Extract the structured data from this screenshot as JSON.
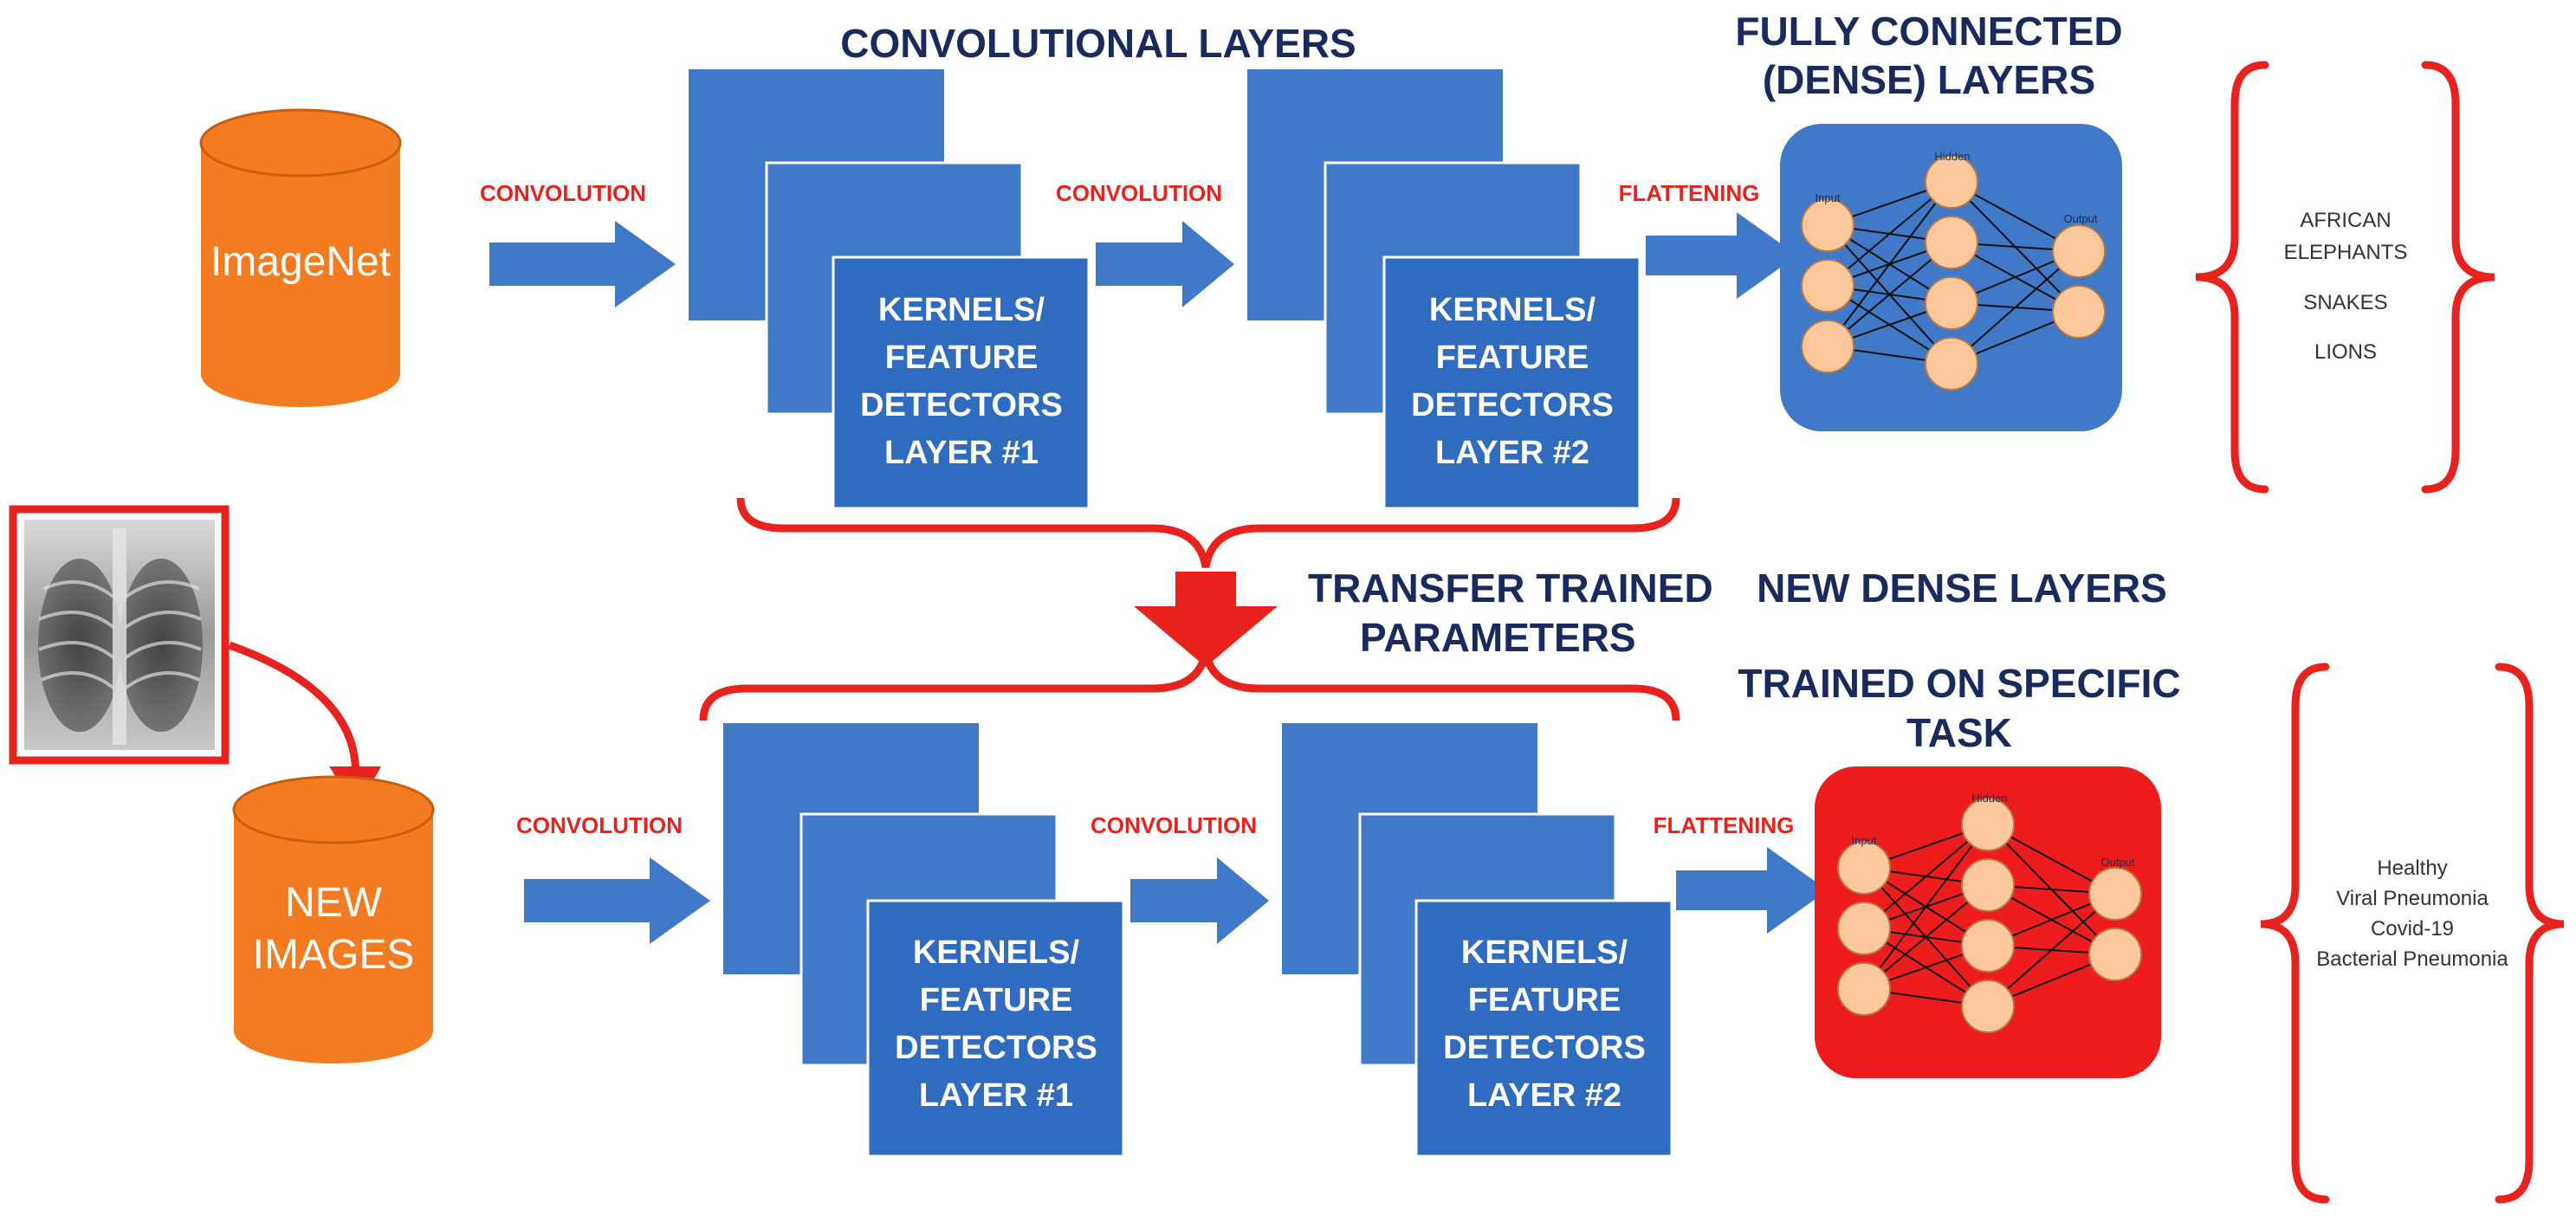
{
  "colors": {
    "blue": "#3f79c7",
    "blue_dark": "#2a5ea8",
    "orange": "#f47b20",
    "red": "#e8231e",
    "navy": "#1a2a5e",
    "node": "#fcc79a"
  },
  "top_row": {
    "conv_title": "CONVOLUTIONAL LAYERS",
    "fc_title_line1": "FULLY CONNECTED",
    "fc_title_line2": "(DENSE) LAYERS",
    "db_label": "ImageNet",
    "arrow1_label": "CONVOLUTION",
    "arrow2_label": "CONVOLUTION",
    "arrow3_label": "FLATTENING",
    "stack1": [
      "KERNELS/",
      "FEATURE",
      "DETECTORS",
      "LAYER #1"
    ],
    "stack2": [
      "KERNELS/",
      "FEATURE",
      "DETECTORS",
      "LAYER #2"
    ],
    "nn_labels": {
      "input": "Input",
      "hidden": "Hidden",
      "output": "Output"
    },
    "classes": [
      "AFRICAN",
      "ELEPHANTS",
      "SNAKES",
      "LIONS"
    ]
  },
  "transfer": {
    "label_line1": "TRANSFER TRAINED",
    "label_line2": "PARAMETERS"
  },
  "bottom_row": {
    "new_dense_line1": "NEW DENSE LAYERS",
    "new_dense_line2": "TRAINED ON SPECIFIC",
    "new_dense_line3": "TASK",
    "db_label_line1": "NEW",
    "db_label_line2": "IMAGES",
    "arrow1_label": "CONVOLUTION",
    "arrow2_label": "CONVOLUTION",
    "arrow3_label": "FLATTENING",
    "stack1": [
      "KERNELS/",
      "FEATURE",
      "DETECTORS",
      "LAYER #1"
    ],
    "stack2": [
      "KERNELS/",
      "FEATURE",
      "DETECTORS",
      "LAYER #2"
    ],
    "nn_labels": {
      "input": "Input",
      "hidden": "Hidden",
      "output": "Output"
    },
    "classes": [
      "Healthy",
      "Viral Pneumonia",
      "Covid-19",
      "Bacterial Pneumonia"
    ]
  }
}
